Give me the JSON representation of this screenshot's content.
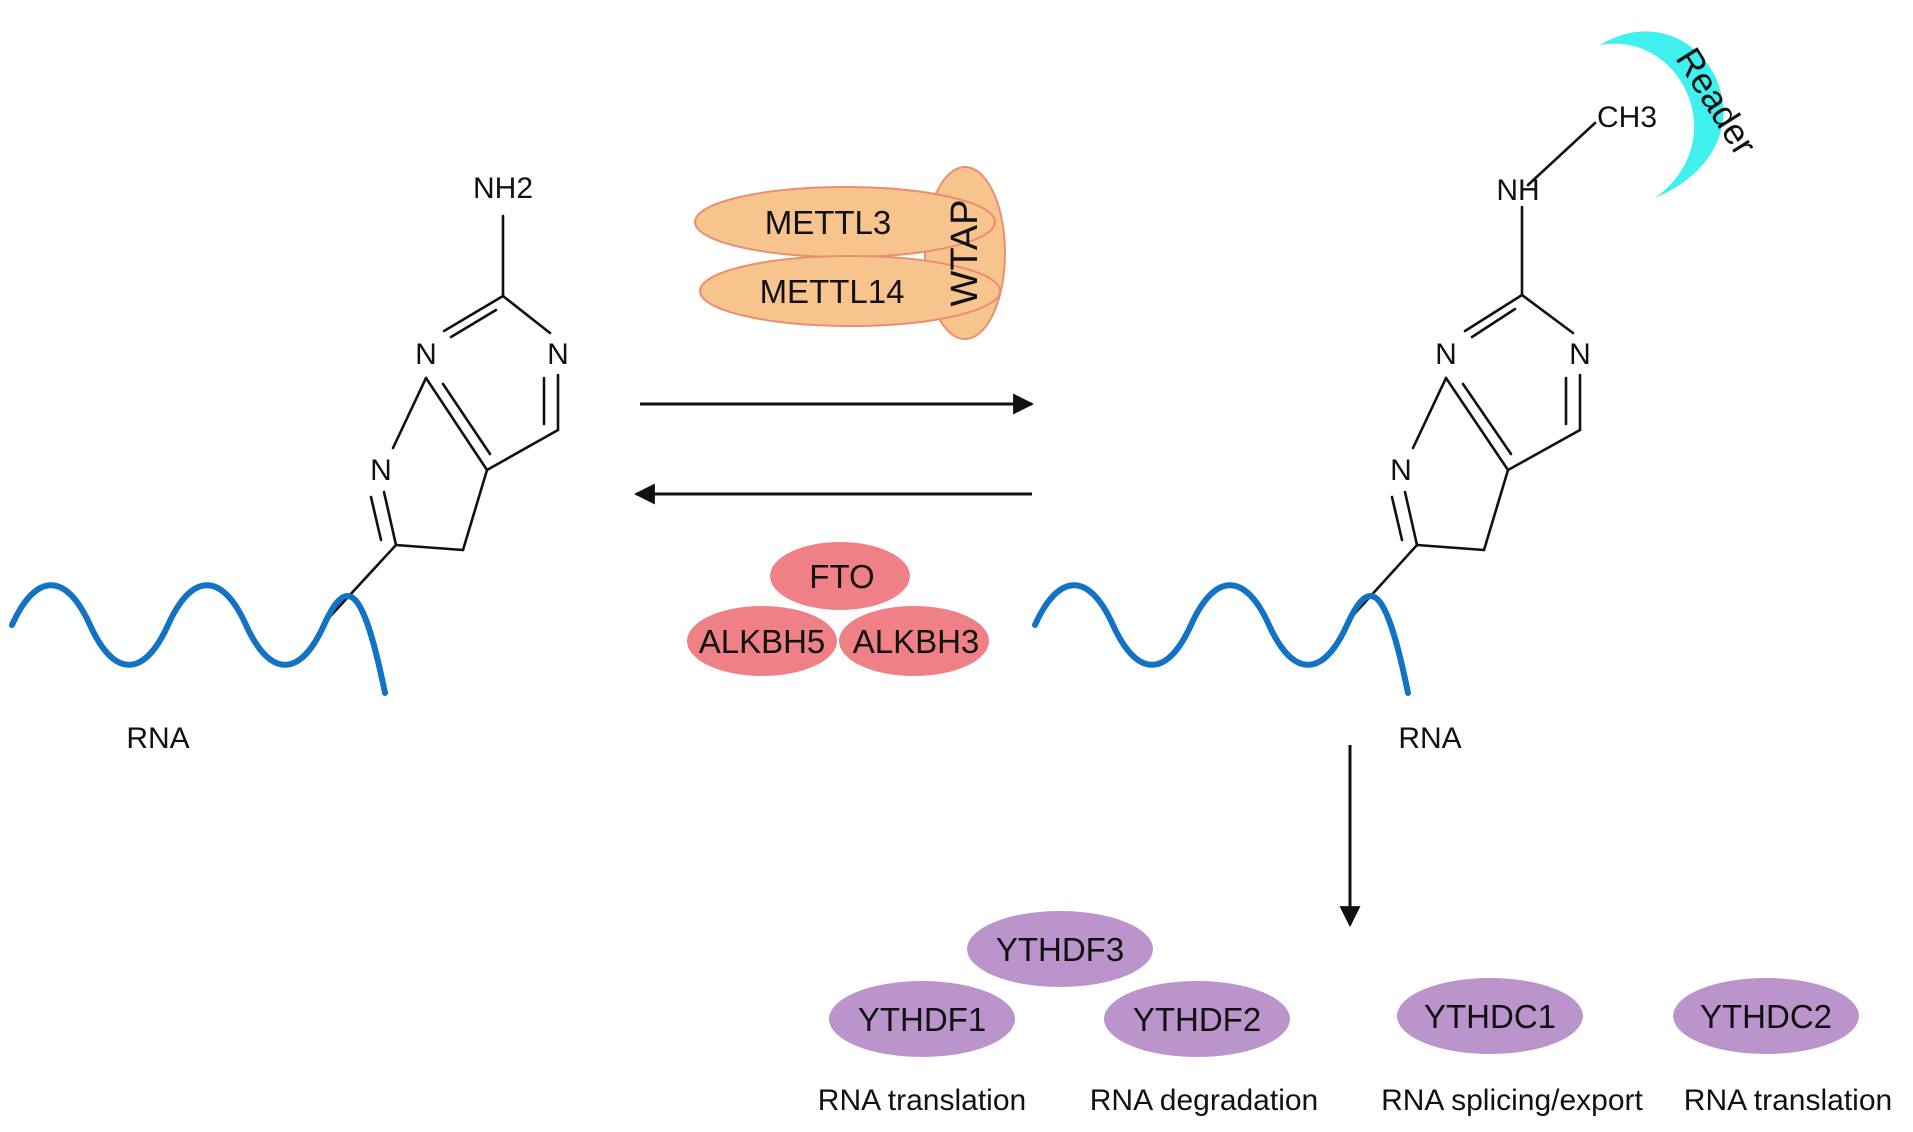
{
  "colors": {
    "rna": "#1273c4",
    "writer_fill": "#f8c48e",
    "writer_stroke": "#ea8f70",
    "eraser_fill": "#ee8086",
    "reader_fill": "#3ef0ee",
    "ythdf_fill": "#bb94cc",
    "arrow": "#111111"
  },
  "left_molecule": {
    "amine": "NH2",
    "n1": "N",
    "n2": "N",
    "n3": "N",
    "rna_label": "RNA"
  },
  "right_molecule": {
    "amine": "NH",
    "methyl": "CH3",
    "n1": "N",
    "n2": "N",
    "n3": "N",
    "rna_label": "RNA",
    "reader_label": "Reader"
  },
  "writers": {
    "e1": "METTL3",
    "e2": "METTL14",
    "e3": "WTAP"
  },
  "erasers": {
    "e1": "FTO",
    "e2": "ALKBH5",
    "e3": "ALKBH3"
  },
  "readers": {
    "ythdf3": "YTHDF3",
    "ythdf1": "YTHDF1",
    "ythdf2": "YTHDF2",
    "ythdc1": "YTHDC1",
    "ythdc2": "YTHDC2"
  },
  "functions": {
    "f1": "RNA translation",
    "f2": "RNA degradation",
    "f3": "RNA splicing/export",
    "f4": "RNA translation"
  }
}
